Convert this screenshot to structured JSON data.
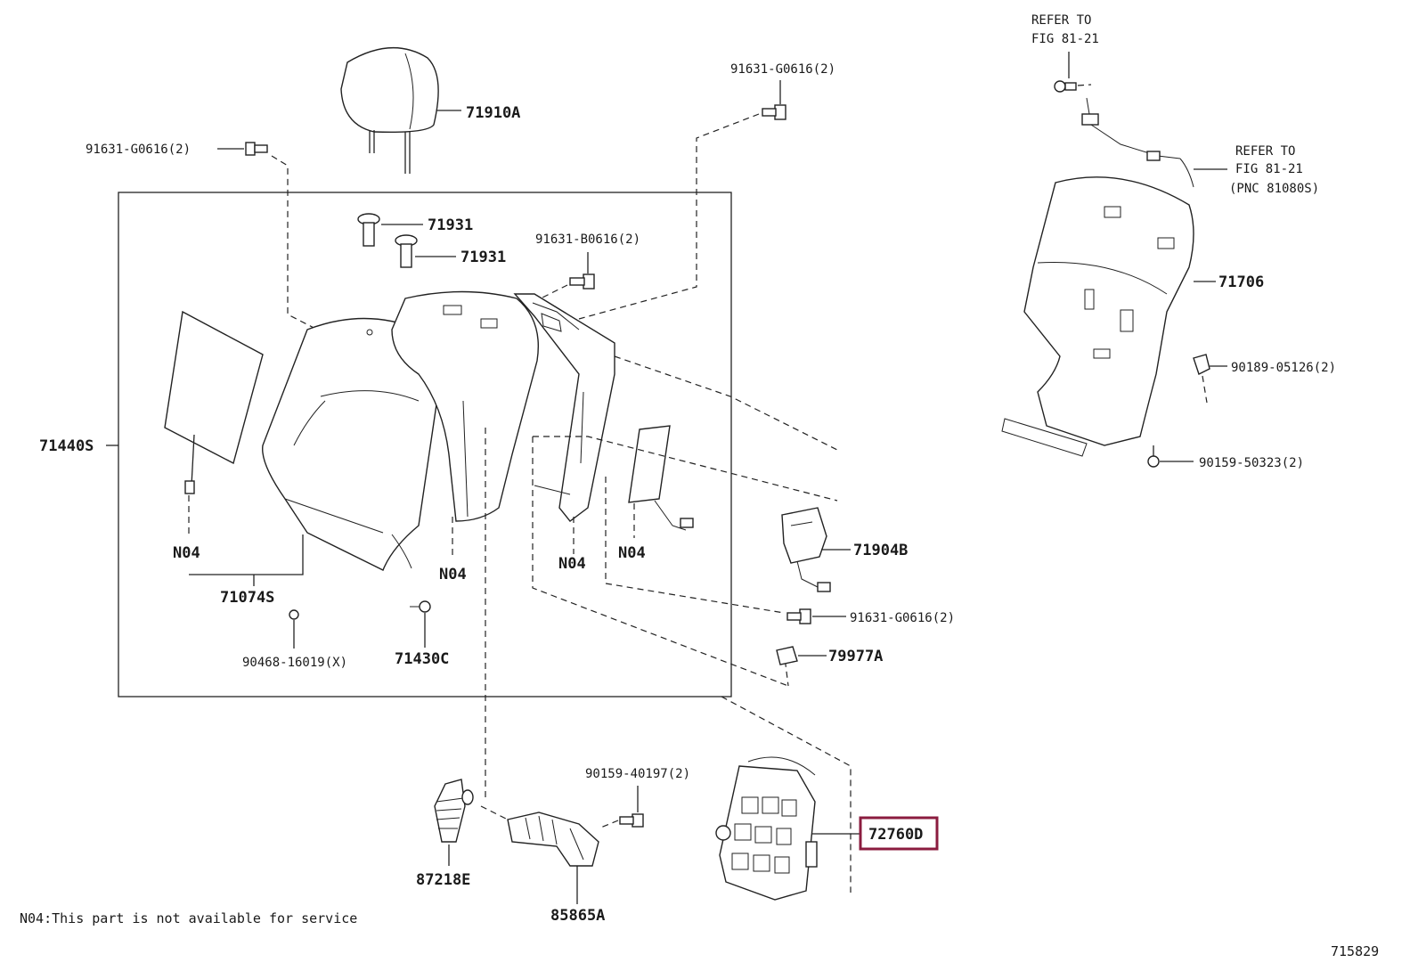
{
  "diagram": {
    "labels": {
      "headrest": "71910A",
      "bolt_top_left": "91631-G0616(2)",
      "bolt_top_center": "91631-G0616(2)",
      "guide_1": "71931",
      "guide_2": "71931",
      "bolt_frame": "91631-B0616(2)",
      "assembly": "71440S",
      "cover_assy": "71074S",
      "n04_a": "N04",
      "n04_b": "N04",
      "n04_c": "N04",
      "n04_d": "N04",
      "clip_small": "90468-16019(X)",
      "hook": "71430C",
      "lock_bracket": "71904B",
      "bolt_lower": "91631-G0616(2)",
      "clip_79977": "79977A",
      "refer_top_line1": "REFER TO",
      "refer_top_line2": "FIG 81-21",
      "refer_mid_line1": "REFER TO",
      "refer_mid_line2": "FIG 81-21",
      "refer_mid_line3": "(PNC 81080S)",
      "back_board": "71706",
      "clip_90189": "90189-05126(2)",
      "screw_90159_right": "90159-50323(2)",
      "screw_90159_lower": "90159-40197(2)",
      "duct_hose": "87218E",
      "duct": "85865A",
      "lumbar": "72760D",
      "note": "N04:This part is not available for service",
      "figure_number": "715829"
    },
    "colors": {
      "highlight": "#8b1c3f",
      "line": "#222222"
    }
  }
}
